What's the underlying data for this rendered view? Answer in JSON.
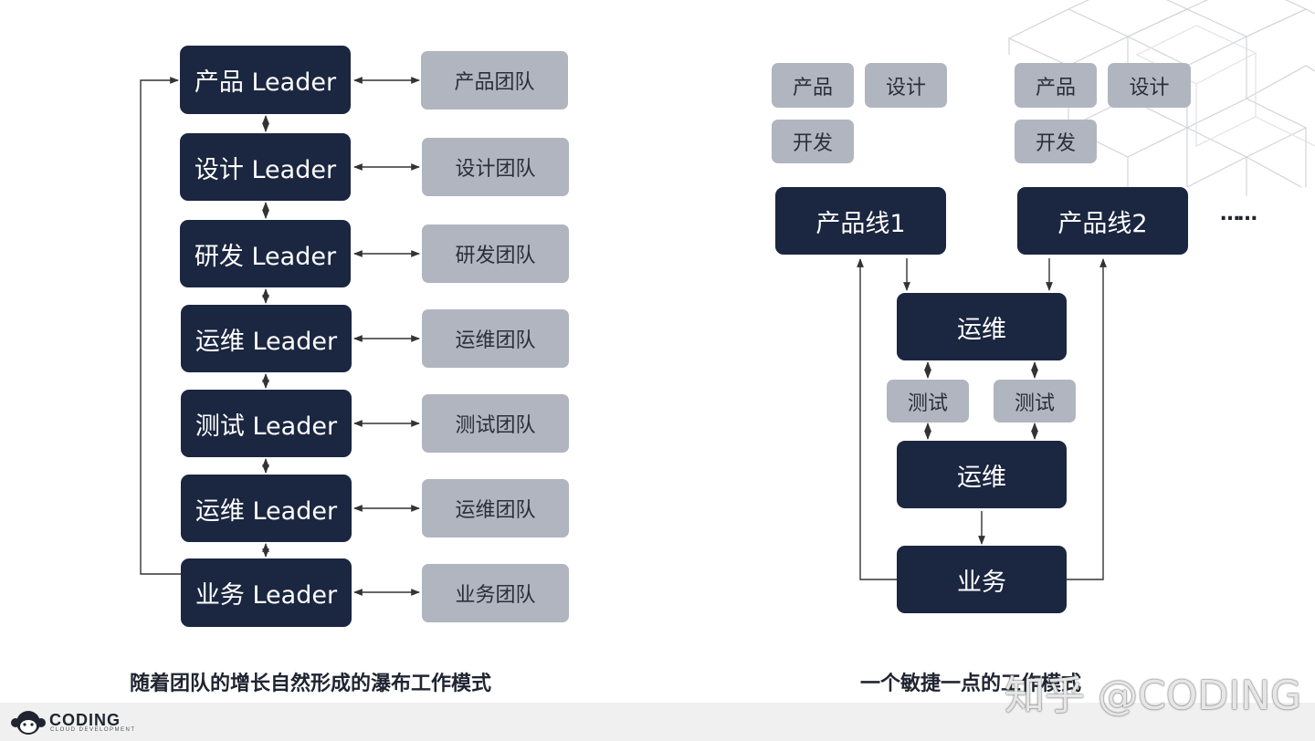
{
  "waterfall": {
    "leaders": [
      "产品 Leader",
      "设计 Leader",
      "研发 Leader",
      "运维 Leader",
      "测试 Leader",
      "运维 Leader",
      "业务 Leader"
    ],
    "teams": [
      "产品团队",
      "设计团队",
      "研发团队",
      "运维团队",
      "测试团队",
      "运维团队",
      "业务团队"
    ],
    "caption": "随着团队的增长自然形成的瀑布工作模式"
  },
  "agile": {
    "group1": [
      "产品",
      "设计",
      "开发"
    ],
    "group2": [
      "产品",
      "设计",
      "开发"
    ],
    "product_line_1": "产品线1",
    "product_line_2": "产品线2",
    "ellipsis": "……",
    "ops_top": "运维",
    "test_left": "测试",
    "test_right": "测试",
    "ops_bottom": "运维",
    "business": "业务",
    "caption": "一个敏捷一点的工作模式"
  },
  "footer": {
    "logo": "CODING",
    "logo_sub": "CLOUD DEVELOPMENT"
  },
  "watermark": "知乎 @CODING",
  "colors": {
    "dark_box": "#1b2640",
    "light_box": "#b1b5c0",
    "connector": "#333333"
  }
}
